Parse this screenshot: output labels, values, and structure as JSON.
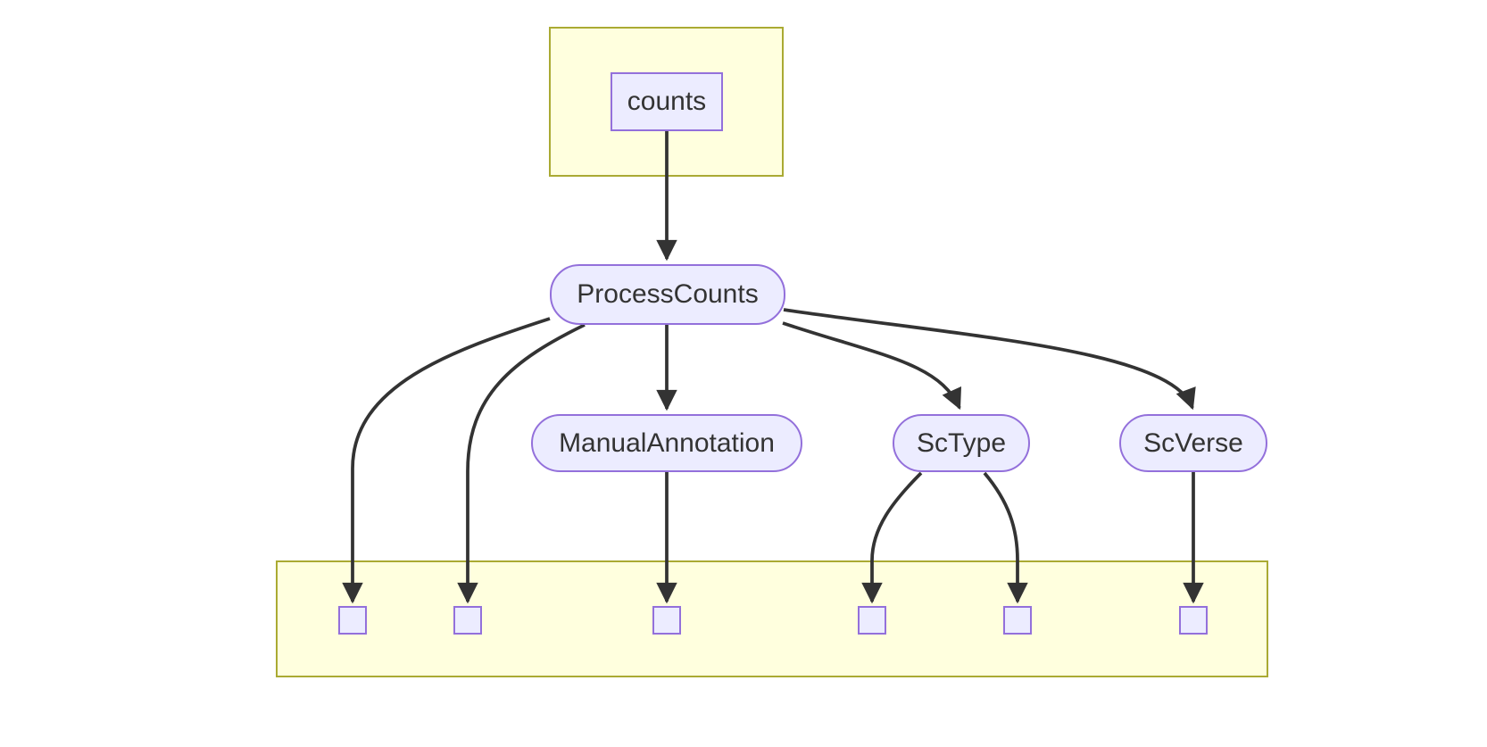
{
  "diagram_type": "flowchart",
  "nodes": {
    "counts": {
      "label": "counts",
      "shape": "rectangle"
    },
    "process_counts": {
      "label": "ProcessCounts",
      "shape": "stadium"
    },
    "manual_annotation": {
      "label": "ManualAnnotation",
      "shape": "stadium"
    },
    "sc_type": {
      "label": "ScType",
      "shape": "stadium"
    },
    "sc_verse": {
      "label": "ScVerse",
      "shape": "stadium"
    }
  },
  "clusters": {
    "input_group": {
      "label": "",
      "contains": [
        "counts"
      ]
    },
    "output_group": {
      "label": "",
      "output_square_count": 6
    }
  },
  "edges": [
    {
      "from": "counts",
      "to": "ProcessCounts"
    },
    {
      "from": "ProcessCounts",
      "to": "output-square-1"
    },
    {
      "from": "ProcessCounts",
      "to": "output-square-2"
    },
    {
      "from": "ProcessCounts",
      "to": "ManualAnnotation"
    },
    {
      "from": "ProcessCounts",
      "to": "ScType"
    },
    {
      "from": "ProcessCounts",
      "to": "ScVerse"
    },
    {
      "from": "ManualAnnotation",
      "to": "output-square-3"
    },
    {
      "from": "ScType",
      "to": "output-square-4"
    },
    {
      "from": "ScType",
      "to": "output-square-5"
    },
    {
      "from": "ScVerse",
      "to": "output-square-6"
    }
  ],
  "colors": {
    "node_fill": "#ececff",
    "node_border": "#9370db",
    "cluster_fill": "#ffffde",
    "cluster_border": "#aaaa33",
    "edge_stroke": "#333333",
    "text": "#333333",
    "background": "#ffffff"
  }
}
